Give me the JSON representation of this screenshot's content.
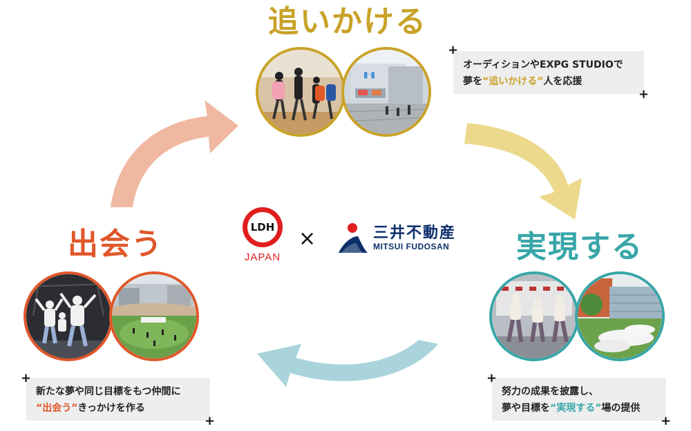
{
  "titles": {
    "chase": "追いかける",
    "meet": "出会う",
    "realize": "実現する"
  },
  "captions": {
    "chase": {
      "line1": "オーディションやEXPG STUDIOで",
      "line2_pre": "夢を",
      "line2_hl": "“追いかける”",
      "line2_post": "人を応援"
    },
    "meet": {
      "line1": "新たな夢や同じ目標をもつ仲間に",
      "line2_hl": "“出会う”",
      "line2_post": "きっかけを作る"
    },
    "realize": {
      "line1": "努力の成果を披露し、",
      "line2_pre": "夢や目標を",
      "line2_hl": "“実現する”",
      "line2_post": "場の提供"
    }
  },
  "logos": {
    "ldh_mark": "LDH",
    "ldh_sub": "JAPAN",
    "times": "×",
    "mitsui_jp": "三井不動産",
    "mitsui_en": "MITSUI FUDOSAN"
  },
  "colors": {
    "gold": "#c9a227",
    "orange": "#e0572a",
    "teal": "#38a6a8",
    "arrow_pink": "#f0b8a0",
    "arrow_yellow": "#ecd98c",
    "arrow_blue": "#a9d4dc",
    "ldh_red": "#e01e1e",
    "mitsui_navy": "#0c2f6b"
  },
  "photos": {
    "chase": [
      "dance-class-photo",
      "building-plaza-photo"
    ],
    "meet": [
      "stage-dance-photo",
      "park-lawn-photo"
    ],
    "realize": [
      "performance-photo",
      "garden-sculpture-photo"
    ]
  }
}
